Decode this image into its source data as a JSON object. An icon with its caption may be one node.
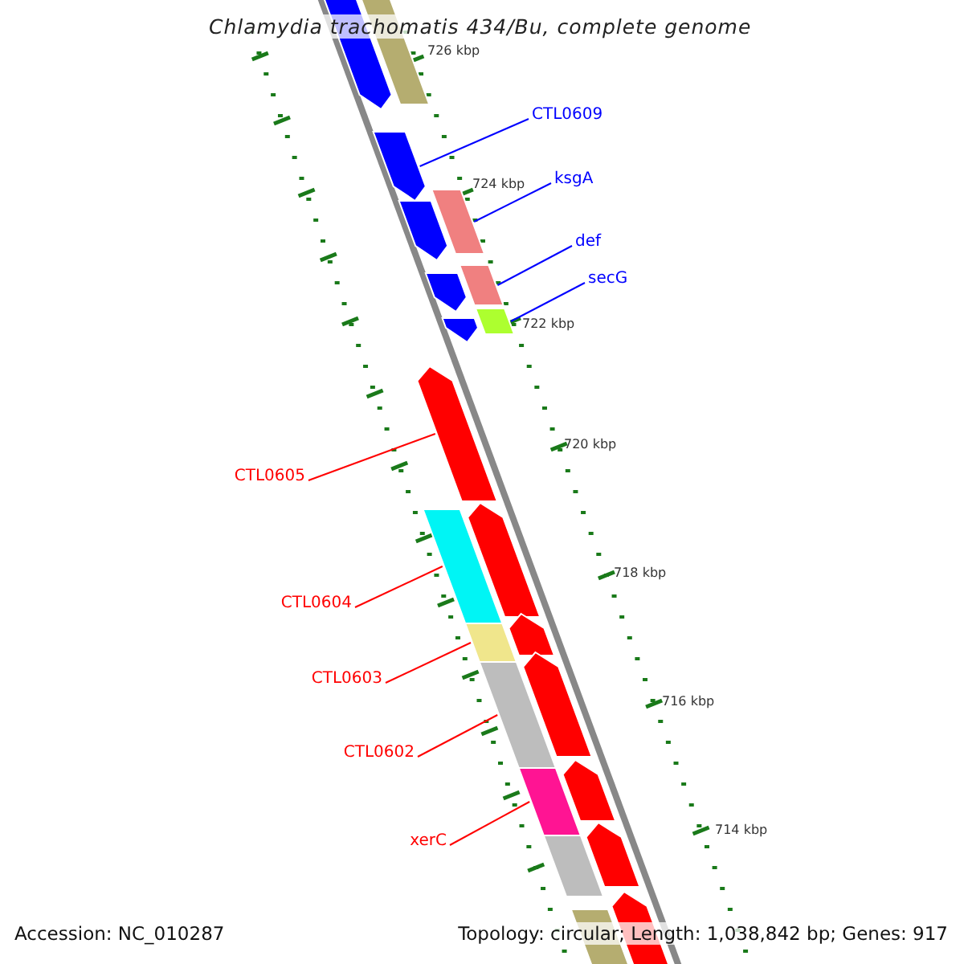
{
  "diagram": {
    "title": "Chlamydia trachomatis 434/Bu, complete genome",
    "nodes": [
      {
        "text": [
          "CTL0609"
        ]
      },
      {
        "text": [
          "ksgA"
        ]
      },
      {
        "text": [
          "def"
        ]
      },
      {
        "text": [
          "secG"
        ]
      },
      {
        "text": [
          "CTL0605"
        ]
      },
      {
        "text": [
          "CTL0604"
        ]
      },
      {
        "text": [
          "CTL0603"
        ]
      },
      {
        "text": [
          "CTL0602"
        ]
      },
      {
        "text": [
          "xerC"
        ]
      },
      {
        "text": [],
        "shape": "arrow"
      },
      {
        "text": [],
        "shape": "box"
      },
      {
        "text": [],
        "shape": "box"
      },
      {
        "text": [],
        "shape": "box"
      },
      {
        "text": [],
        "shape": "arrow"
      },
      {
        "text": [],
        "shape": "box"
      },
      {
        "text": [],
        "shape": "box"
      },
      {
        "text": [],
        "shape": "box"
      },
      {
        "text": [],
        "shape": "box"
      }
    ],
    "edges": [
      {
        "from": 0,
        "to": 9,
        "arrow": "none",
        "color": "#0000ff"
      },
      {
        "from": 1,
        "to": 10,
        "arrow": "none",
        "color": "#0000ff"
      },
      {
        "from": 2,
        "to": 11,
        "arrow": "none",
        "color": "#0000ff"
      },
      {
        "from": 3,
        "to": 12,
        "arrow": "none",
        "color": "#0000ff"
      },
      {
        "from": 4,
        "to": 13,
        "arrow": "none"
      },
      {
        "from": 5,
        "to": 14,
        "arrow": "none"
      },
      {
        "from": 6,
        "to": 15,
        "arrow": "none"
      },
      {
        "from": 7,
        "to": 16,
        "arrow": "none"
      },
      {
        "from": 8,
        "to": 17,
        "arrow": "none"
      }
    ],
    "labels": [
      "726 kbp",
      "724 kbp",
      "722 kbp",
      "720 kbp",
      "718 kbp",
      "716 kbp",
      "714 kbp",
      "Accession: NC_010287",
      "Topology: circular; Length: 1,038,842 bp; Genes: 917"
    ]
  }
}
